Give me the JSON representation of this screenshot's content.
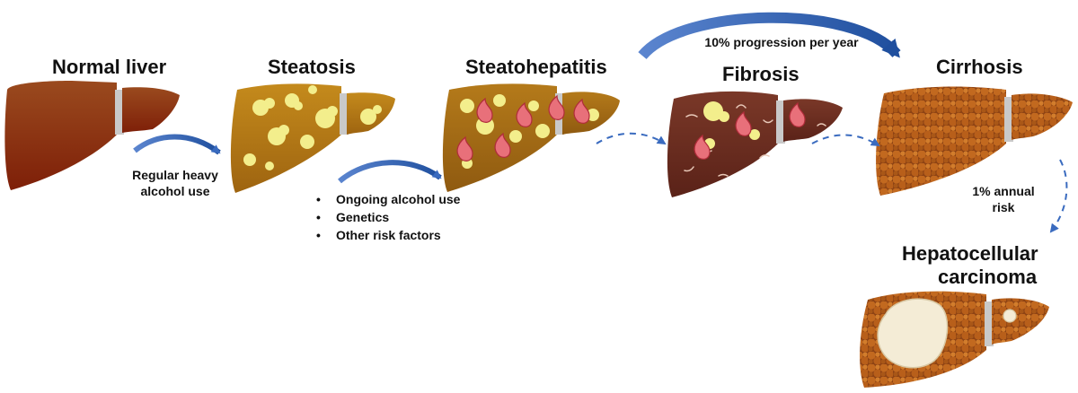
{
  "stages": {
    "normal": "Normal liver",
    "steatosis": "Steatosis",
    "steatohepatitis": "Steatohepatitis",
    "fibrosis": "Fibrosis",
    "cirrhosis": "Cirrhosis",
    "hcc_line1": "Hepatocellular",
    "hcc_line2": "carcinoma"
  },
  "transitions": {
    "heavy_use_line1": "Regular heavy",
    "heavy_use_line2": "alcohol use",
    "progression": "10% progression per year",
    "annual_risk_line1": "1% annual",
    "annual_risk_line2": "risk"
  },
  "risk_factors": [
    "Ongoing alcohol use",
    "Genetics",
    "Other risk factors"
  ],
  "colors": {
    "normal_liver": "#8f3412",
    "steatosis_liver": "#b77f14",
    "fat_droplet": "#f3ee8c",
    "fibrosis_liver": "#6a2e22",
    "cirrhosis_liver": "#a4521a",
    "nodule": "#c06a22",
    "inflammation": "#e8707a",
    "tumor": "#f4ecd6",
    "arrow": "#2f5fb0"
  }
}
